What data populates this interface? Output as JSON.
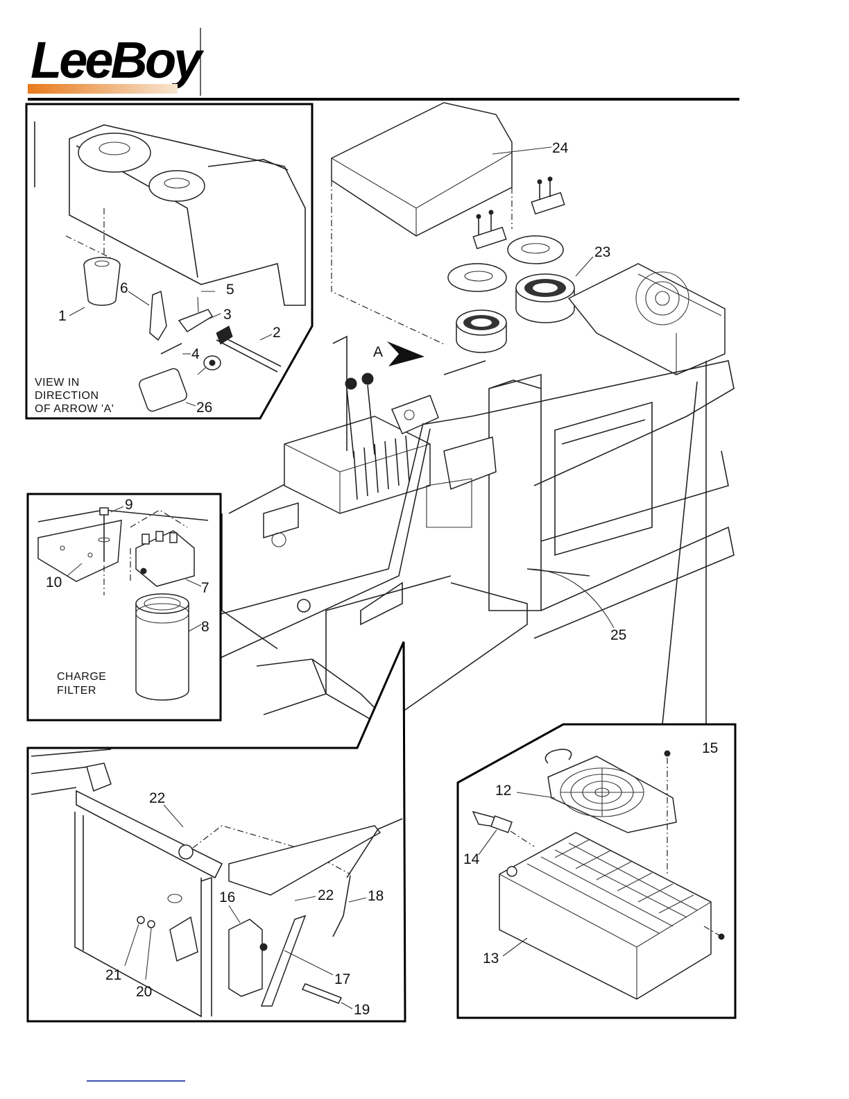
{
  "brand": {
    "logo_text": "LeeBoy"
  },
  "callouts": {
    "p1": "1",
    "p2": "2",
    "p3": "3",
    "p4": "4",
    "p5": "5",
    "p6": "6",
    "p7": "7",
    "p8": "8",
    "p9": "9",
    "p10": "10",
    "p12": "12",
    "p13": "13",
    "p14": "14",
    "p15": "15",
    "p16": "16",
    "p17": "17",
    "p18": "18",
    "p19": "19",
    "p20": "20",
    "p21": "21",
    "p22a": "22",
    "p22b": "22",
    "p23": "23",
    "p24": "24",
    "p25": "25",
    "p26": "26",
    "arrow_a": "A"
  },
  "captions": {
    "view_line1": "VIEW IN",
    "view_line2": "DIRECTION",
    "view_line3": "OF ARROW 'A'",
    "charge_line1": "CHARGE",
    "charge_line2": "FILTER"
  },
  "colors": {
    "logo_stripe_start": "#e87a1c",
    "logo_stripe_end": "#f4d9b8",
    "footer_link": "#3a4fb0"
  }
}
